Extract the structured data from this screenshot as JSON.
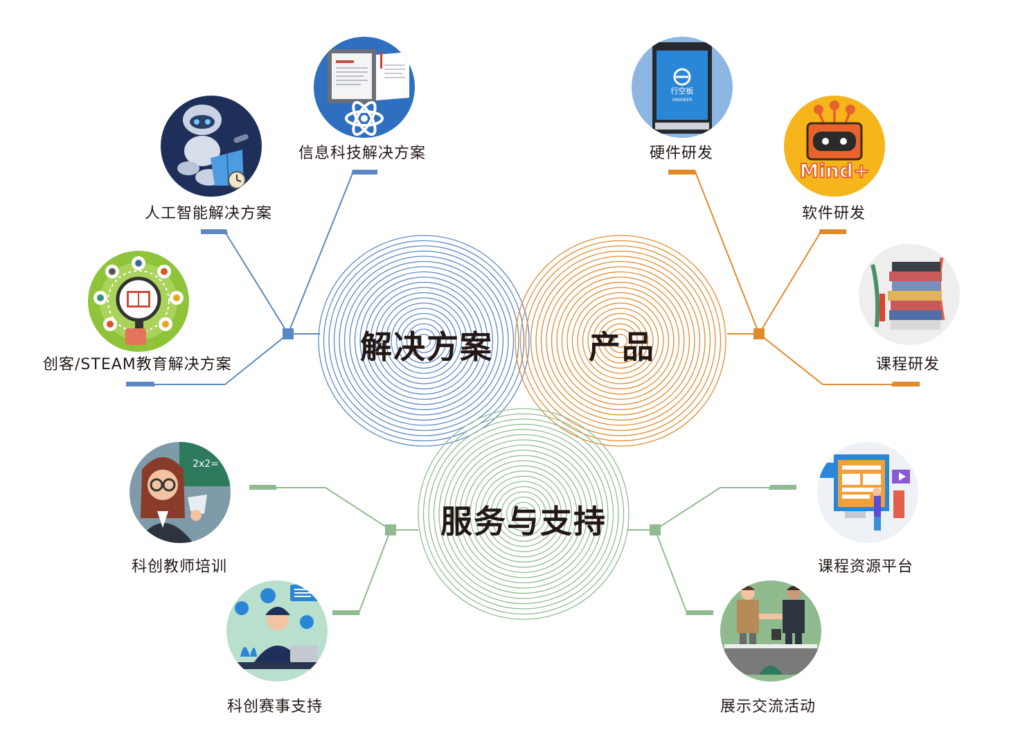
{
  "hubs": {
    "solutions": {
      "label": "解决方案",
      "color": "#5b87c4"
    },
    "products": {
      "label": "产品",
      "color": "#e08a2e"
    },
    "services": {
      "label": "服务与支持",
      "color": "#8fbb8f"
    }
  },
  "nodes": {
    "ai": {
      "label": "人工智能解决方案",
      "icon": "robot-reading-icon"
    },
    "it": {
      "label": "信息科技解决方案",
      "icon": "book-atom-icon"
    },
    "maker": {
      "label": "创客/STEAM教育解决方案",
      "icon": "magnifier-book-icon"
    },
    "hardware": {
      "label": "硬件研发",
      "icon": "unihiker-board-icon",
      "board_text_cn": "行空板",
      "board_text_en": "UNIHIKER"
    },
    "software": {
      "label": "软件研发",
      "icon": "mind-plus-robot-icon",
      "logo_text": "Mind+"
    },
    "course": {
      "label": "课程研发",
      "icon": "book-stack-icon"
    },
    "teacher": {
      "label": "科创教师培训",
      "icon": "teacher-blackboard-icon",
      "board_text": "2x2="
    },
    "contest": {
      "label": "科创赛事支持",
      "icon": "support-agent-icon"
    },
    "platform": {
      "label": "课程资源平台",
      "icon": "web-platform-icon"
    },
    "exchange": {
      "label": "展示交流活动",
      "icon": "handshake-icon"
    }
  }
}
